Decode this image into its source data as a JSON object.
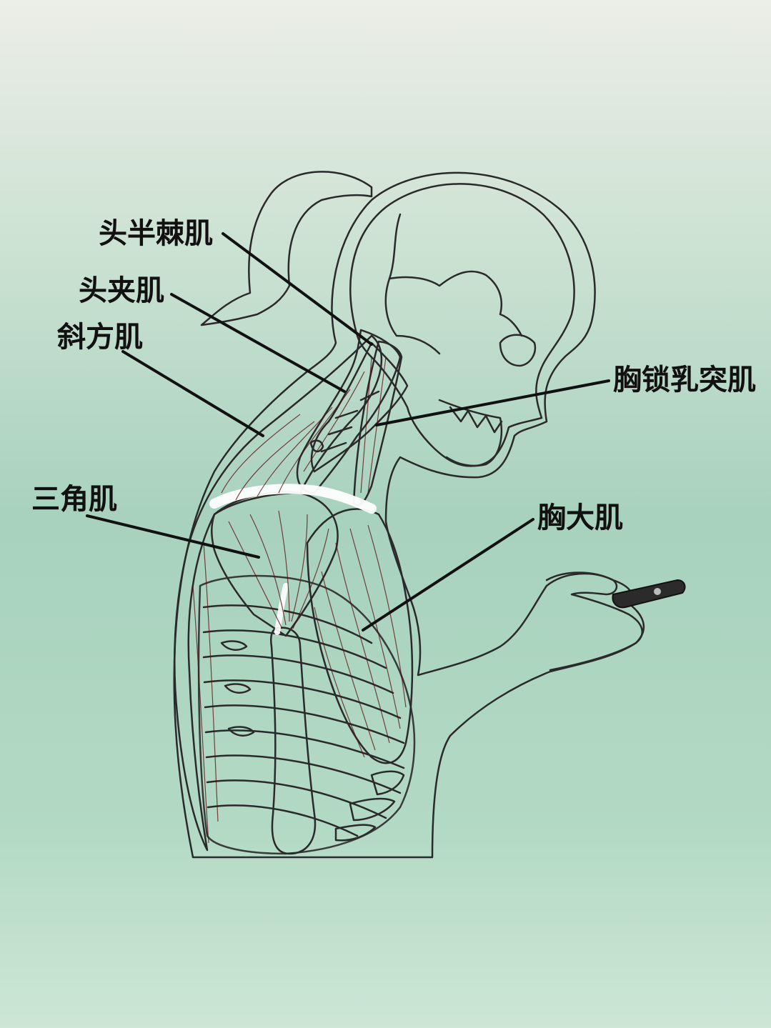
{
  "labels": {
    "semispinalis_capitis": "头半棘肌",
    "splenius_capitis": "头夹肌",
    "trapezius": "斜方肌",
    "sternocleidomastoid": "胸锁乳突肌",
    "deltoid": "三角肌",
    "pectoralis_major": "胸大肌"
  },
  "colors": {
    "background_top": "#e9ece6",
    "background_mid": "#a9d3bf",
    "background_bottom": "#c4e1cf",
    "skin": "#fbe7dc",
    "bone": "#f7c89a",
    "muscle": "#c7302c",
    "muscle_dark": "#8e1b1b",
    "cartilage": "#8ec3ea",
    "line": "#111111"
  }
}
